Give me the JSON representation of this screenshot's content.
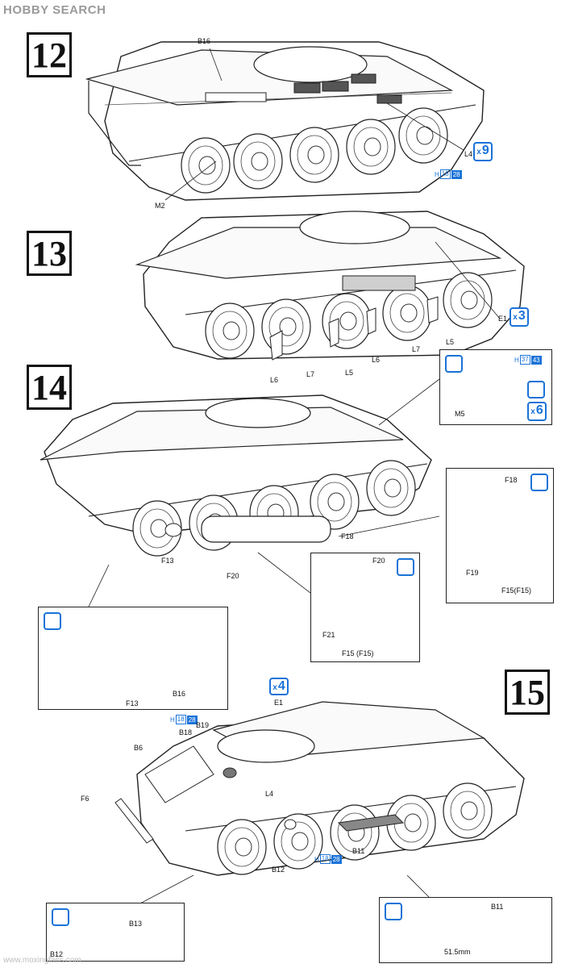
{
  "header": {
    "logo": "HOBBY SEARCH"
  },
  "steps": [
    {
      "number": "12"
    },
    {
      "number": "13"
    },
    {
      "number": "14"
    },
    {
      "number": "15"
    }
  ],
  "step12": {
    "labels": {
      "b16": "B16",
      "l4": "L4",
      "m2": "M2"
    },
    "qty": {
      "x": "x",
      "n": "9"
    },
    "href": {
      "h": "H",
      "a": "18",
      "b": "28"
    }
  },
  "step13": {
    "labels": {
      "e1": "E1",
      "l5a": "L5",
      "l5b": "L5",
      "l6a": "L6",
      "l6b": "L6",
      "l7a": "L7",
      "l7b": "L7"
    },
    "qty": {
      "x": "x",
      "n": "3"
    }
  },
  "step14": {
    "labels": {
      "f13": "F13",
      "f20": "F20",
      "f18": "F18"
    },
    "inset_m5": {
      "m5": "M5",
      "qty_x": "x",
      "qty_n": "6",
      "h": "H",
      "a": "37",
      "b": "43"
    },
    "inset_f18": {
      "f18": "F18",
      "f19": "F19",
      "f15": "F15(F15)"
    },
    "inset_f20": {
      "f20": "F20",
      "f21": "F21",
      "f15": "F15 (F15)"
    },
    "inset_detail": {
      "f13": "F13",
      "b16": "B16"
    }
  },
  "step15": {
    "labels": {
      "e1": "E1",
      "b19": "B19",
      "b18": "B18",
      "b6": "B6",
      "f6": "F6",
      "l4": "L4",
      "b12": "B12",
      "b11": "B11"
    },
    "qty": {
      "x": "x",
      "n": "4"
    },
    "href_top": {
      "h": "H",
      "a": "18",
      "b": "28"
    },
    "href_bottom": {
      "h": "H",
      "a": "18",
      "b": "28"
    },
    "inset_b13": {
      "b13": "B13",
      "b12": "B12"
    },
    "inset_b11": {
      "b11": "B11",
      "dim": "51.5mm"
    }
  },
  "footer": {
    "watermark": "www.moxingfans.com"
  }
}
